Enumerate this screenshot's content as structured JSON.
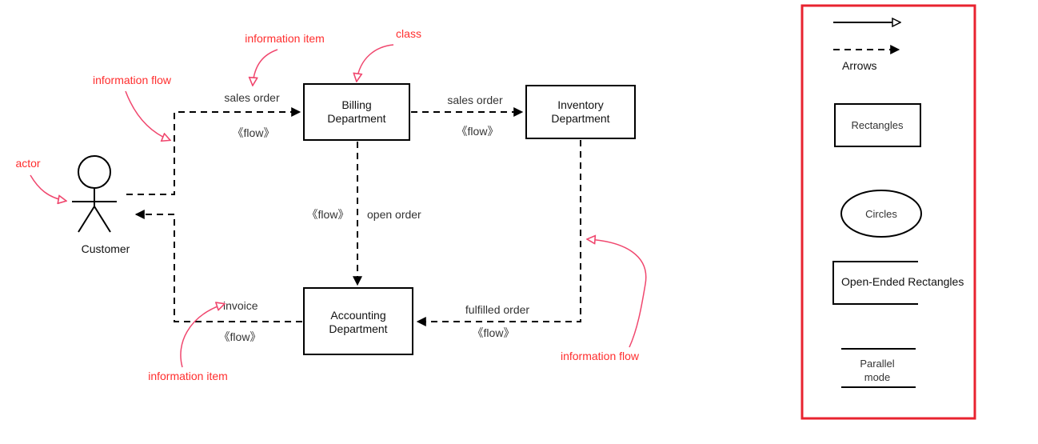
{
  "colors": {
    "annotation": "#ff2e2e",
    "annotation_line": "#f0476e",
    "legend_border": "#e8232f"
  },
  "nodes": {
    "billing": [
      "Billing",
      "Department"
    ],
    "inventory": [
      "Inventory",
      "Department"
    ],
    "accounting": [
      "Accounting",
      "Department"
    ],
    "customer": "Customer"
  },
  "flows": {
    "customer_to_billing": {
      "item": "sales order",
      "stereotype": "《flow》"
    },
    "billing_to_inventory": {
      "item": "sales order",
      "stereotype": "《flow》"
    },
    "billing_to_accounting": {
      "item": "open order",
      "stereotype": "《flow》"
    },
    "inventory_to_accounting": {
      "item": "fulfilled order",
      "stereotype": "《flow》"
    },
    "accounting_to_customer": {
      "item": "invoice",
      "stereotype": "《flow》"
    }
  },
  "annotations": {
    "information_item_top": "information item",
    "class": "class",
    "information_flow_left": "information flow",
    "actor": "actor",
    "information_flow_right": "information flow",
    "information_item_bottom": "information item"
  },
  "legend": {
    "arrows": "Arrows",
    "rectangles": "Rectangles",
    "circles": "Circles",
    "open_ended": "Open-Ended Rectangles",
    "parallel": [
      "Parallel",
      "mode"
    ]
  }
}
